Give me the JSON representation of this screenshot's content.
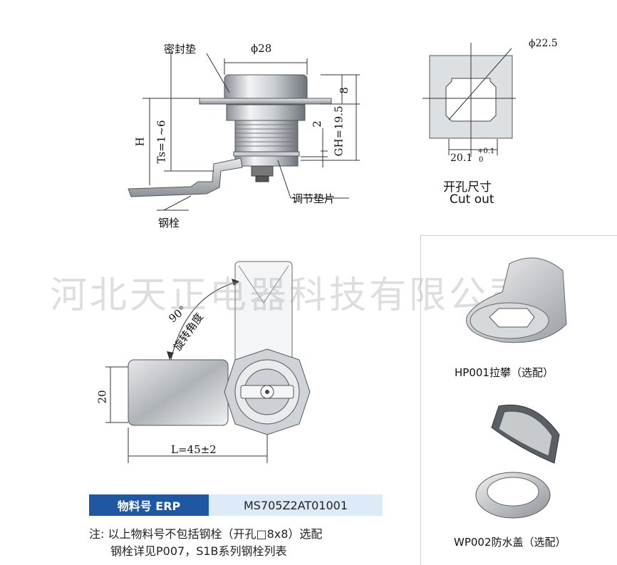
{
  "top_view": {
    "seal_label": "密封垫",
    "diameter_label": "ϕ28",
    "dim_8": "8",
    "dim_gh": "GH=19.5",
    "dim_2": "2",
    "dim_h": "H",
    "dim_ts": "Ts=1~6",
    "shim_label": "调节垫片",
    "bolt_label": "钢栓"
  },
  "cutout": {
    "diameter_label": "ϕ22.5",
    "width_label": "20.1",
    "tol_upper": "+0.1",
    "tol_lower": "0",
    "title_cn": "开孔尺寸",
    "title_en": "Cut out"
  },
  "front_view": {
    "angle_label": "90°",
    "rotation_label": "旋转角度",
    "height_label": "20",
    "length_label": "L=45±2"
  },
  "watermark": "河北天正电器科技有限公司",
  "erp": {
    "key": "物料号 ERP",
    "value": "MS705Z2AT01001"
  },
  "note": {
    "line1": "注: 以上物料号不包括钢栓（开孔□8x8）选配",
    "line2": "钢栓详见P007，S1B系列钢栓列表"
  },
  "accessories": [
    {
      "label": "HP001拉攀（选配）"
    },
    {
      "label": "WP002防水盖（选配）"
    }
  ]
}
